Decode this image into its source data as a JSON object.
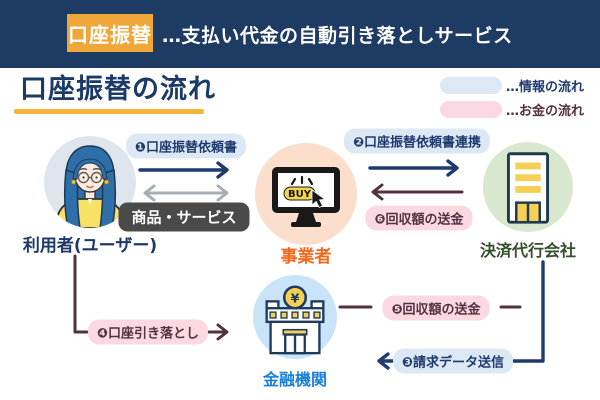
{
  "header": {
    "badge": "口座振替",
    "headline": "…支払い代金の自動引き落としサービス"
  },
  "section_title": "口座振替の流れ",
  "legend": {
    "info_label": "…情報の流れ",
    "money_label": "…お金の流れ"
  },
  "entities": {
    "user": {
      "label": "利用者(ユーザー)"
    },
    "business": {
      "label": "事業者",
      "screen_text": "BUY"
    },
    "agency": {
      "label": "決済代行会社"
    },
    "bank": {
      "label": "金融機関",
      "symbol": "¥"
    }
  },
  "flows": {
    "f1": {
      "label": "❶口座振替依頼書",
      "from": "利用者(ユーザー)",
      "to": "事業者",
      "type": "info"
    },
    "goods": {
      "label": "商品・サービス",
      "between": [
        "利用者(ユーザー)",
        "事業者"
      ],
      "type": "exchange"
    },
    "f2": {
      "label": "❷口座振替依頼書連携",
      "from": "事業者",
      "to": "決済代行会社",
      "type": "info"
    },
    "f3": {
      "label": "❸請求データ送信",
      "from": "決済代行会社",
      "to": "金融機関",
      "type": "info"
    },
    "f4": {
      "label": "❹口座引き落とし",
      "from": "利用者(ユーザー)",
      "to": "金融機関",
      "type": "money"
    },
    "f5": {
      "label": "❺回収額の送金",
      "from": "金融機関",
      "to": "決済代行会社",
      "type": "money"
    },
    "f6": {
      "label": "❻回収額の送金",
      "from": "決済代行会社",
      "to": "事業者",
      "type": "money"
    }
  },
  "colors": {
    "banner_bg": "#1d3b63",
    "badge_bg": "#f0a73a",
    "title_navy": "#1c3a68",
    "underline_yellow": "#f6b53a",
    "info_pill_bg": "#dce9f5",
    "money_pill_bg": "#fbd9e2",
    "info_arrow": "#1e3a6e",
    "money_arrow": "#533140",
    "gray_arrow": "#a7adb3",
    "goods_badge_bg": "#4a4a4a",
    "business_label": "#f2691d",
    "bank_label": "#1a7fd6",
    "agency_label": "#344f2b",
    "user_circle": "#dfe5ec",
    "business_circle": "#fbdecb",
    "agency_circle": "#d8e8ce",
    "bank_circle": "#c9e4f8"
  }
}
